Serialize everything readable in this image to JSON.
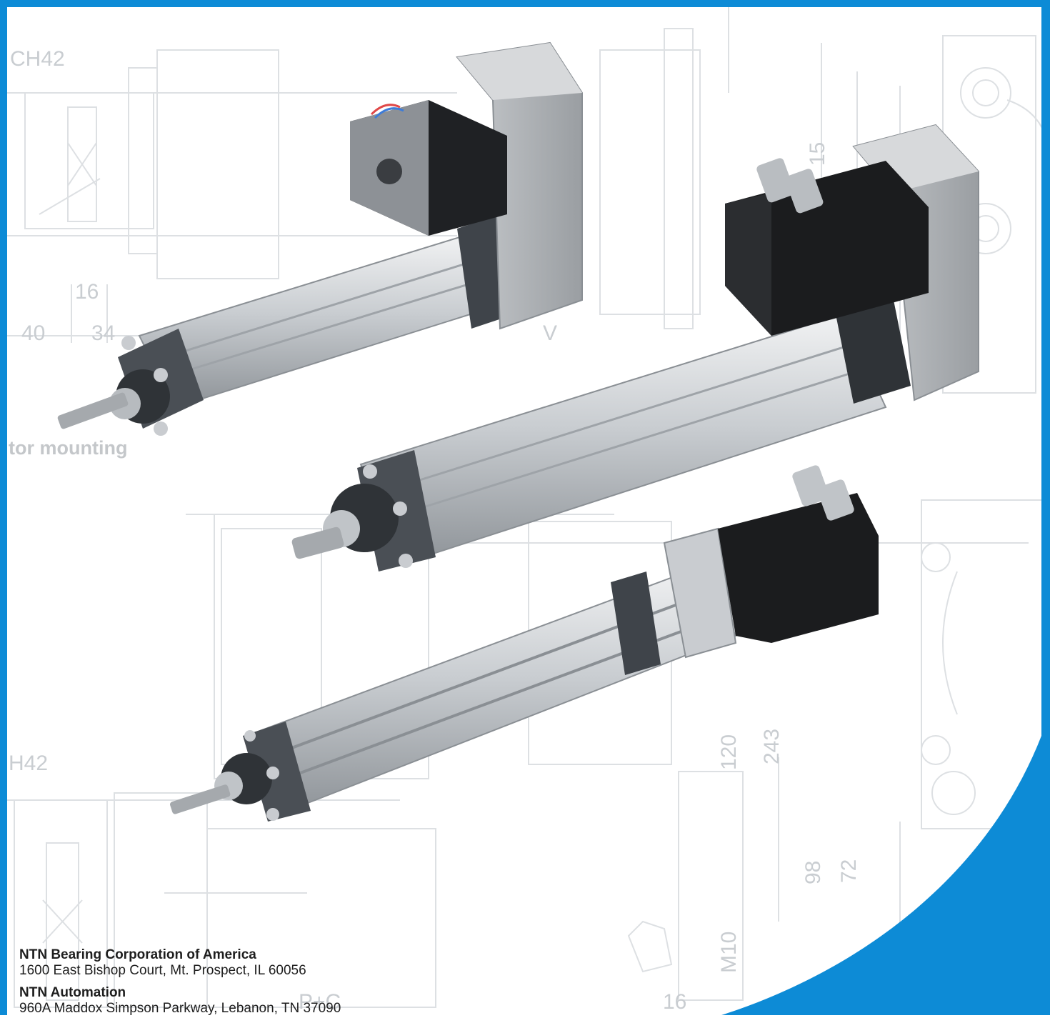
{
  "dimension_labels": {
    "ch42_top": "CH42",
    "d16_top": "16",
    "d40": "40",
    "d34": "34",
    "v_label": "V",
    "d15": "15",
    "h42_bottom": "H42",
    "d120": "120",
    "d243": "243",
    "d98": "98",
    "d72": "72",
    "m10": "M10",
    "pc": "P+C",
    "d16_bottom": "16"
  },
  "ghost_caption": "tor mounting",
  "footer": {
    "company1": "NTN Bearing Corporation of America",
    "address1": "1600 East Bishop Court, Mt. Prospect, IL 60056",
    "company2": "NTN Automation",
    "address2": "960A Maddox Simpson Parkway, Lebanon, TN 37090"
  },
  "colors": {
    "brand_blue": "#0d8bd6",
    "aluminum": "#d6d9dc",
    "motor_black": "#1d1d1f",
    "anodized_grey": "#4a4f55"
  },
  "products": [
    {
      "name": "stepper-motor-actuator"
    },
    {
      "name": "servo-motor-actuator-parallel"
    },
    {
      "name": "servo-motor-actuator-inline"
    }
  ]
}
